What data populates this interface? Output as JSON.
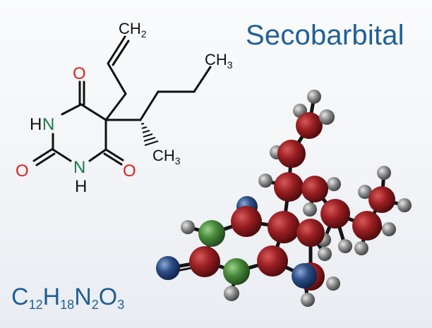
{
  "title": "Secobarbital",
  "formula": {
    "parts": [
      {
        "el": "C",
        "n": "12"
      },
      {
        "el": "H",
        "n": "18"
      },
      {
        "el": "N",
        "n": "2"
      },
      {
        "el": "O",
        "n": "3"
      }
    ]
  },
  "structure": {
    "labels": {
      "ch2": "CH",
      "ch2_sub": "2",
      "ch3_top": "CH",
      "ch3_top_sub": "3",
      "ch3_methyl": "CH",
      "ch3_methyl_sub": "3",
      "o1": "O",
      "o2": "O",
      "o3": "O",
      "nh1_n": "N",
      "nh1_h": "H",
      "nh2_n": "N",
      "nh2_h": "H"
    }
  },
  "colors": {
    "title": "#1f5f96",
    "oxygen": "#e0201a",
    "nitrogen": "#1d7a4a",
    "bond": "#111111",
    "atom_carbon": "#8e1a1e",
    "atom_nitrogen_ball": "#4a8a3c",
    "atom_oxygen_ball": "#2c4f86",
    "atom_hydrogen": "#8a8a8a"
  }
}
